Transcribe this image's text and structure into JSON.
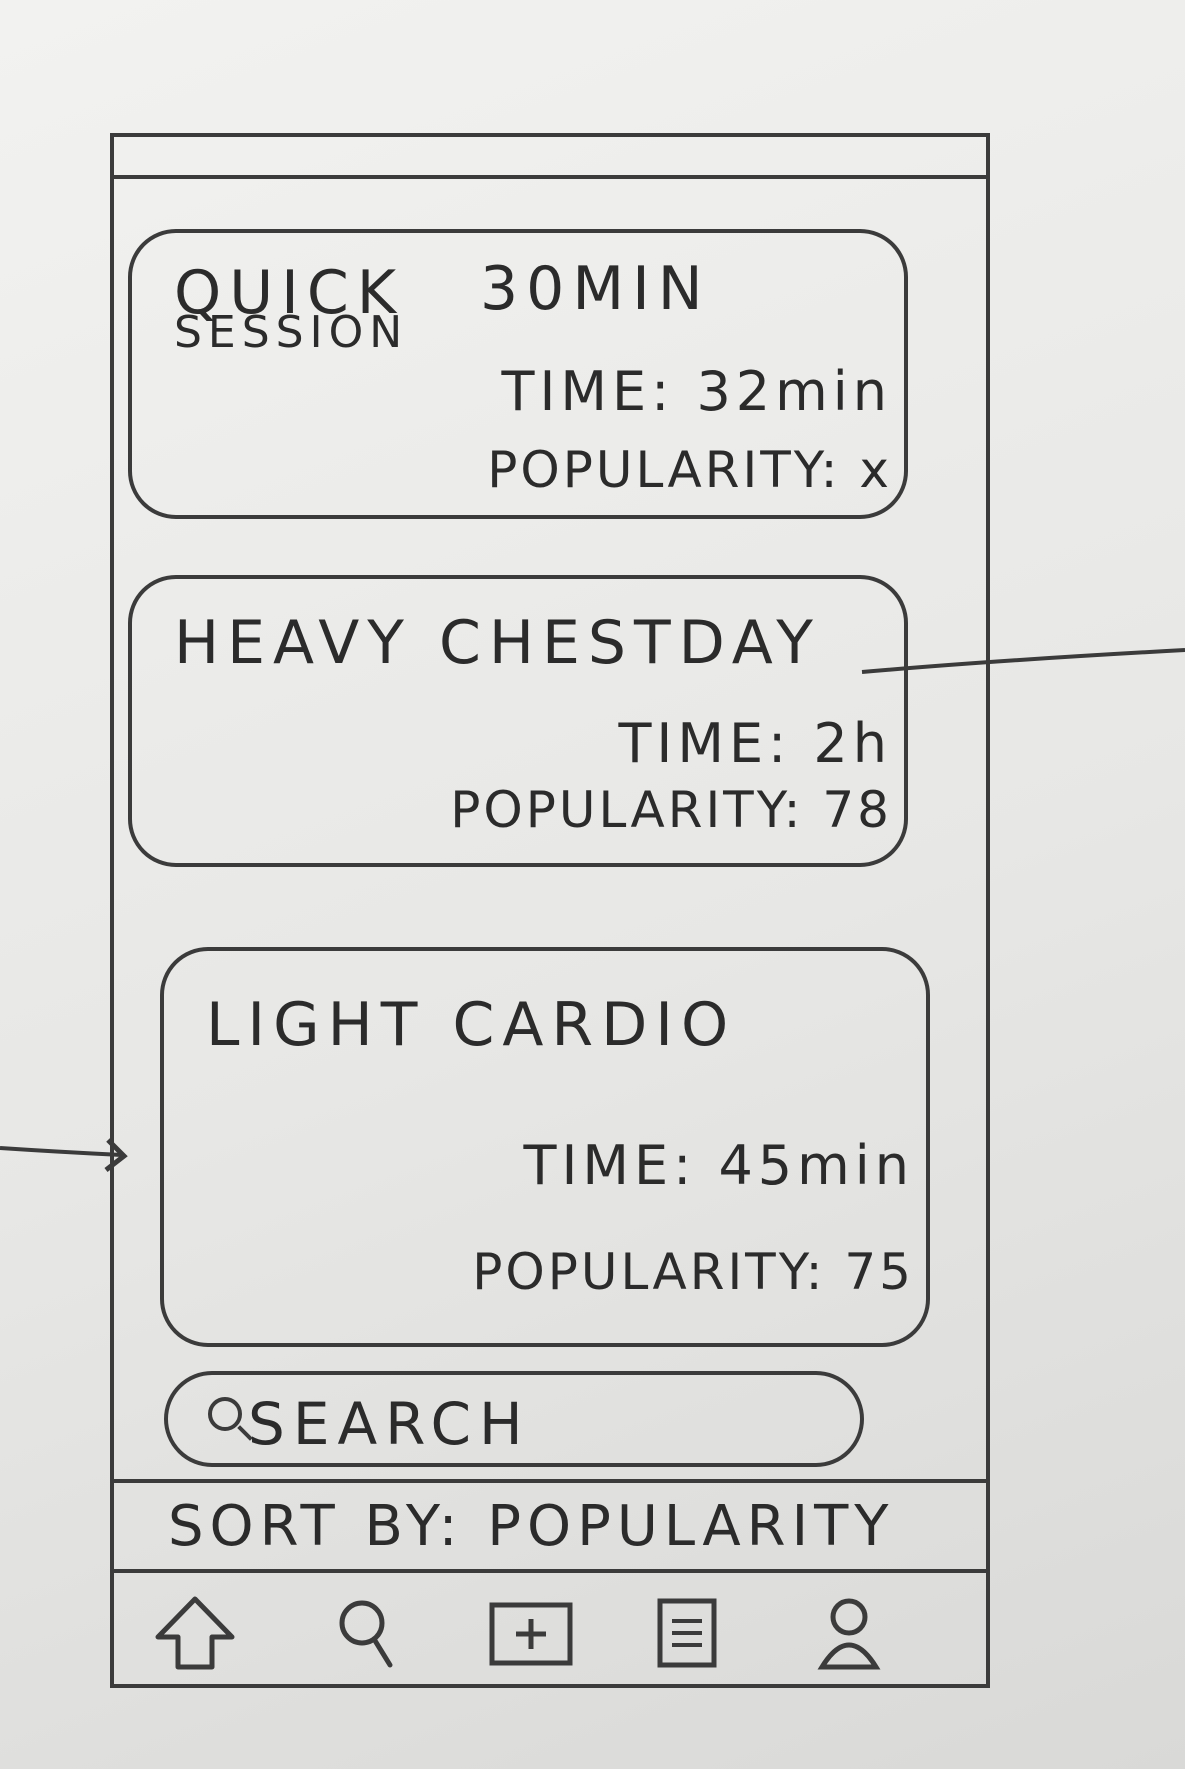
{
  "workouts": [
    {
      "title_line1": "QUICK",
      "title_line2": "SESSION",
      "title_extra": "30MIN",
      "time": "TIME: 32min",
      "popularity": "POPULARITY: x"
    },
    {
      "title_line1": "HEAVY CHESTDAY",
      "time": "TIME: 2h",
      "popularity": "POPULARITY: 78"
    },
    {
      "title_line1": "LIGHT CARDIO",
      "time": "TIME: 45min",
      "popularity": "POPULARITY: 75"
    }
  ],
  "search": {
    "label": "SEARCH",
    "icon": "search-icon"
  },
  "sort": {
    "label": "SORT BY: POPULARITY"
  },
  "tabs": [
    {
      "icon": "home-arrow-icon"
    },
    {
      "icon": "search-icon"
    },
    {
      "icon": "add-icon"
    },
    {
      "icon": "list-icon"
    },
    {
      "icon": "profile-icon"
    }
  ]
}
